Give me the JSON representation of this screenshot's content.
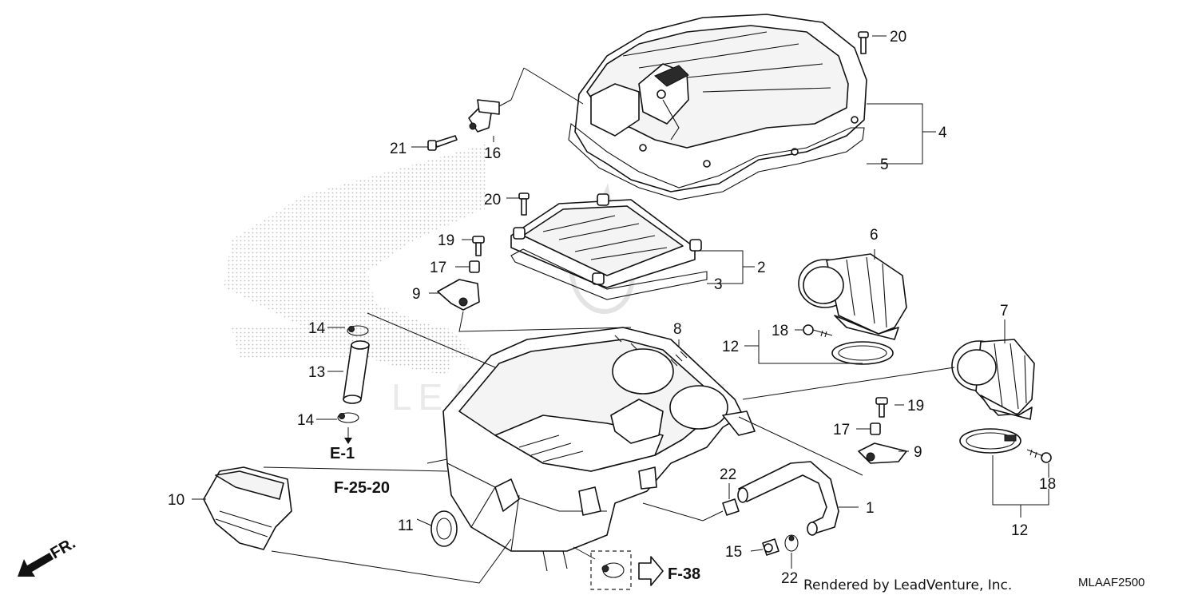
{
  "diagram": {
    "callouts": {
      "c1": "1",
      "c2": "2",
      "c3": "3",
      "c4": "4",
      "c5": "5",
      "c6": "6",
      "c7": "7",
      "c8": "8",
      "c9a": "9",
      "c9b": "9",
      "c10": "10",
      "c11": "11",
      "c12a": "12",
      "c12b": "12",
      "c13": "13",
      "c14a": "14",
      "c14b": "14",
      "c15": "15",
      "c16": "16",
      "c17a": "17",
      "c17b": "17",
      "c18a": "18",
      "c18b": "18",
      "c19a": "19",
      "c19b": "19",
      "c20a": "20",
      "c20b": "20",
      "c21": "21",
      "c22a": "22",
      "c22b": "22"
    },
    "references": {
      "e1": "E-1",
      "f2520": "F-25-20",
      "f38": "F-38",
      "front": "FR."
    },
    "watermark": "LEADVENTURE",
    "credit": "Rendered by LeadVenture, Inc.",
    "diagram_code": "MLAAF2500"
  }
}
